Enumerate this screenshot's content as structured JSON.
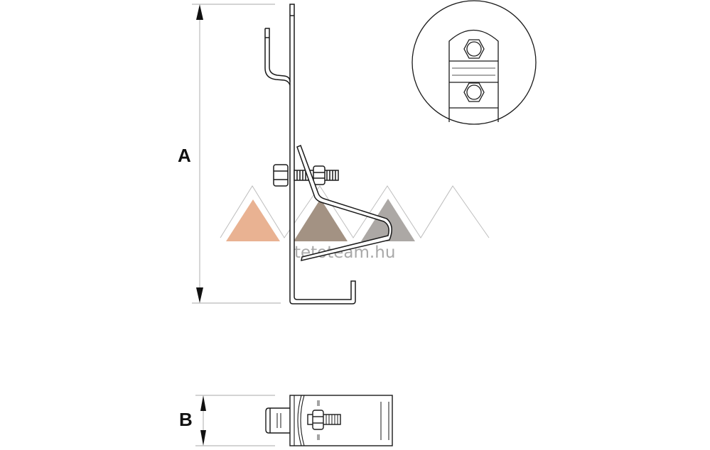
{
  "labels": {
    "dim_a": "A",
    "dim_b": "B"
  },
  "watermark": {
    "text": "tetoteam.hu"
  },
  "colors": {
    "line": "#1a1a1a",
    "dim_line": "#bbbbbb",
    "tri_orange": "#e9b292",
    "tri_brown": "#a39283",
    "tri_gray": "#aca8a5"
  }
}
